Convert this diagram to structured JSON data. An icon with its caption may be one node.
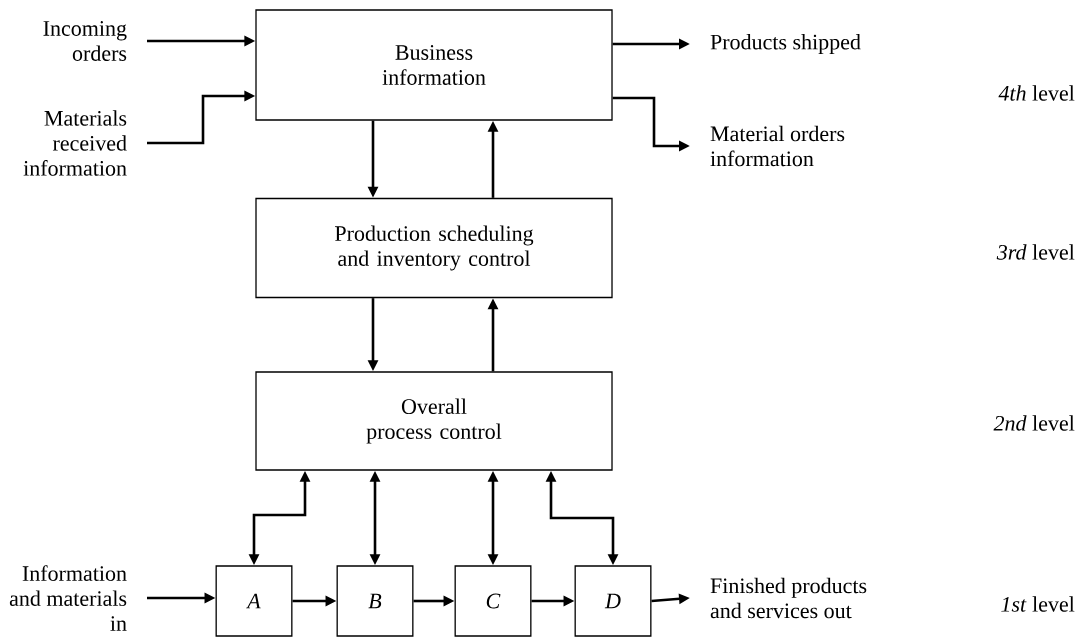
{
  "diagram": {
    "nodes": [
      {
        "text": [
          "Incoming orders"
        ]
      },
      {
        "text": [
          "Materials received information"
        ]
      },
      {
        "text": [
          "Business information"
        ]
      },
      {
        "text": [
          "Products shipped"
        ]
      },
      {
        "text": [
          "Material orders information"
        ]
      },
      {
        "text": [
          "Production scheduling and inventory control"
        ]
      },
      {
        "text": [
          "Overall process control"
        ]
      },
      {
        "text": [
          "Information and materials in"
        ]
      },
      {
        "text": [
          "*A*"
        ]
      },
      {
        "text": [
          "*B*"
        ]
      },
      {
        "text": [
          "*C*"
        ]
      },
      {
        "text": [
          "*D*"
        ]
      },
      {
        "text": [
          "Finished products and services out"
        ]
      }
    ],
    "edges": [
      {
        "from": 0,
        "to": 2,
        "arrow": "to"
      },
      {
        "from": 1,
        "to": 2,
        "arrow": "to"
      },
      {
        "from": 2,
        "to": 3,
        "arrow": "to"
      },
      {
        "from": 2,
        "to": 4,
        "arrow": "to"
      },
      {
        "from": 2,
        "to": 5,
        "arrow": "to"
      },
      {
        "from": 5,
        "to": 2,
        "arrow": "to"
      },
      {
        "from": 5,
        "to": 6,
        "arrow": "to"
      },
      {
        "from": 6,
        "to": 5,
        "arrow": "to"
      },
      {
        "from": 6,
        "to": 8,
        "arrow": "both"
      },
      {
        "from": 6,
        "to": 9,
        "arrow": "both"
      },
      {
        "from": 6,
        "to": 10,
        "arrow": "both"
      },
      {
        "from": 6,
        "to": 11,
        "arrow": "both"
      },
      {
        "from": 7,
        "to": 8,
        "arrow": "to"
      },
      {
        "from": 8,
        "to": 9,
        "arrow": "to"
      },
      {
        "from": 9,
        "to": 10,
        "arrow": "to"
      },
      {
        "from": 10,
        "to": 11,
        "arrow": "to"
      },
      {
        "from": 11,
        "to": 12,
        "arrow": "to"
      }
    ],
    "labels": [
      "*4th* level",
      "*3rd* level",
      "*2nd* level",
      "*1st* level"
    ]
  }
}
